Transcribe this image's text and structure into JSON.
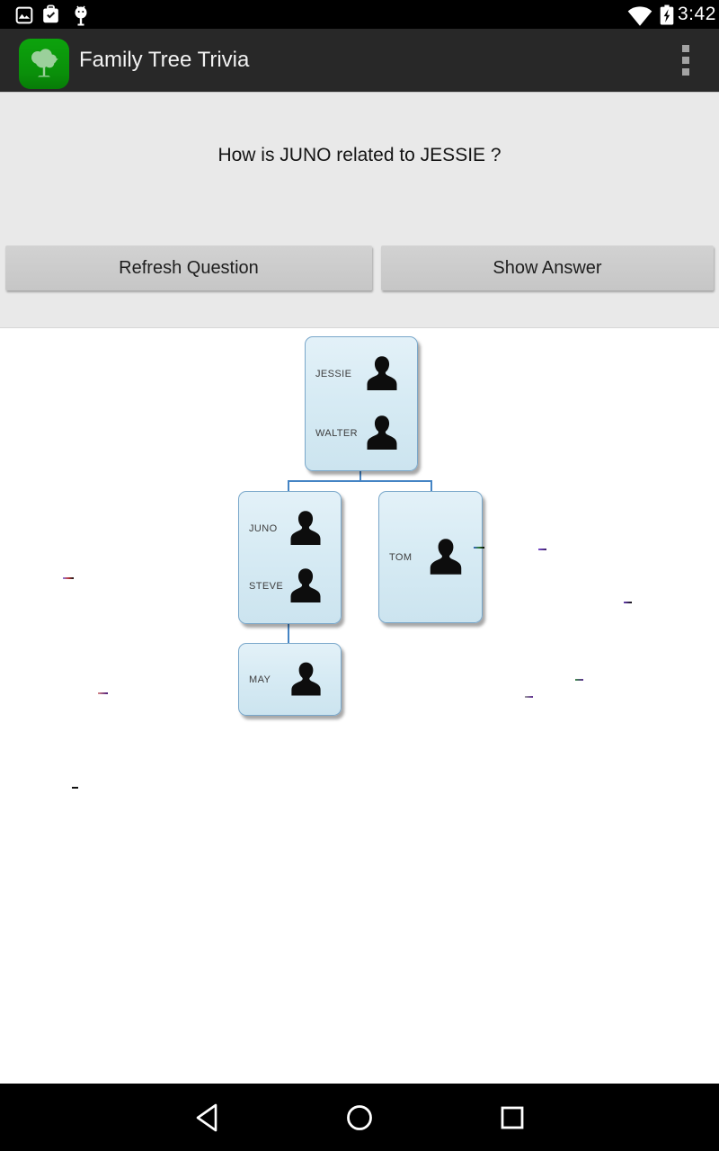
{
  "status_bar": {
    "time": "3:42",
    "icons_left": [
      "screenshot-icon",
      "task-complete-icon",
      "usb-debugging-icon"
    ],
    "icons_right": [
      "wifi-icon",
      "battery-charging-icon"
    ]
  },
  "app_bar": {
    "title": "Family Tree Trivia",
    "app_icon": "tree-icon",
    "overflow_icon": "overflow-menu-icon",
    "bg_color": "#282828",
    "icon_bg_color": "#0a8f0a"
  },
  "question_panel": {
    "question": "How is JUNO related to JESSIE ?",
    "refresh_label": "Refresh Question",
    "show_answer_label": "Show Answer",
    "bg_color": "#e9e9e9",
    "button_bg_color": "#cbcbcb"
  },
  "tree": {
    "connector_color": "#4484c4",
    "card_fill_color": "#d7ebf4",
    "card_border_color": "#79a7ca",
    "nodes": [
      {
        "members": [
          "JESSIE",
          "WALTER"
        ]
      },
      {
        "members": [
          "JUNO",
          "STEVE"
        ]
      },
      {
        "members": [
          "TOM"
        ]
      },
      {
        "members": [
          "MAY"
        ]
      }
    ],
    "edges": [
      {
        "from": "JESSIE/WALTER",
        "to": "JUNO/STEVE"
      },
      {
        "from": "JESSIE/WALTER",
        "to": "TOM"
      },
      {
        "from": "JUNO/STEVE",
        "to": "MAY"
      }
    ]
  },
  "nav_bar": {
    "icons": [
      "back-icon",
      "home-icon",
      "recents-icon"
    ]
  }
}
